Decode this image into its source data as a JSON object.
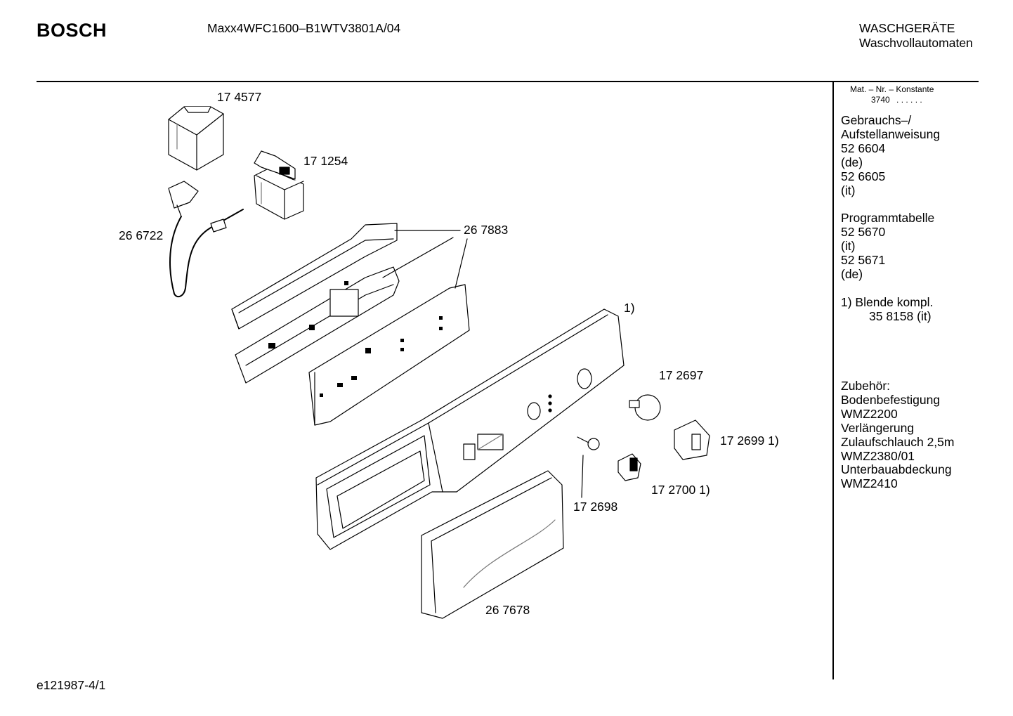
{
  "header": {
    "brand": "BOSCH",
    "model": "Maxx4WFC1600–B1WTV3801A/04",
    "category_line1": "WASCHGERÄTE",
    "category_line2": "Waschvollautomaten"
  },
  "sidebar": {
    "mat_header": "Mat. – Nr. – Konstante",
    "mat_value": "3740",
    "mat_dots": ". . . . . .",
    "manual": {
      "title_line1": "Gebrauchs–/",
      "title_line2": "Aufstellanweisung",
      "entries": [
        "52 6604",
        "(de)",
        "52 6605",
        "(it)"
      ]
    },
    "program_table": {
      "title": "Programmtabelle",
      "entries": [
        "52 5670",
        "(it)",
        "52 5671",
        "(de)"
      ]
    },
    "footnote": {
      "line1": "1) Blende kompl.",
      "line2": "35 8158 (it)"
    },
    "accessories": {
      "title": "Zubehör:",
      "entries": [
        "Bodenbefestigung",
        "WMZ2200",
        "Verlängerung",
        "Zulaufschlauch 2,5m",
        "WMZ2380/01",
        "Unterbauabdeckung",
        "WMZ2410"
      ]
    }
  },
  "parts": [
    {
      "id": "p1",
      "label": "17 4577"
    },
    {
      "id": "p2",
      "label": "17 1254"
    },
    {
      "id": "p3",
      "label": "26 6722"
    },
    {
      "id": "p4",
      "label": "26 7883"
    },
    {
      "id": "p5",
      "label": "1)"
    },
    {
      "id": "p6",
      "label": "17 2697"
    },
    {
      "id": "p7",
      "label": "17 2699 1)"
    },
    {
      "id": "p8",
      "label": "17 2698"
    },
    {
      "id": "p9",
      "label": "17 2700 1)"
    },
    {
      "id": "p10",
      "label": "26 7678"
    }
  ],
  "footer": {
    "drawing_id": "e121987-4/1"
  }
}
